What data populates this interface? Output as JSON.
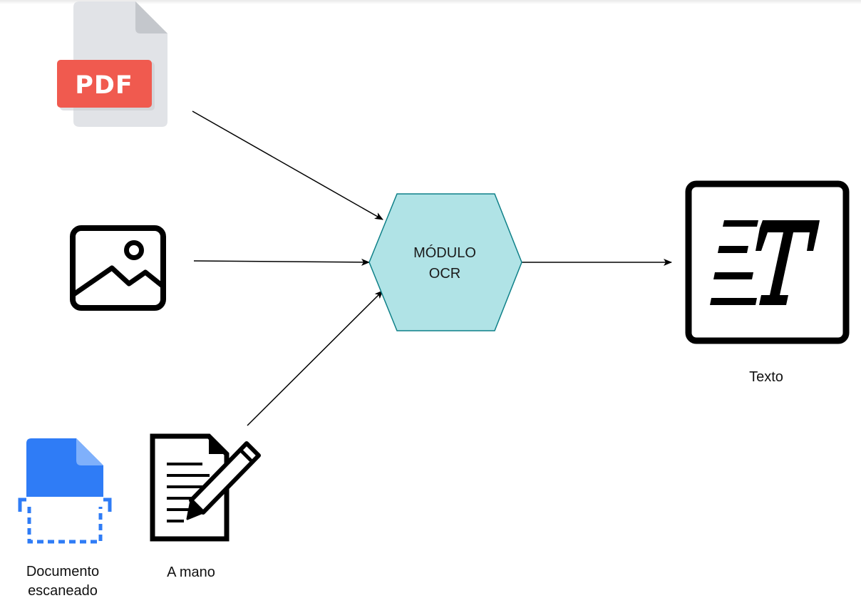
{
  "diagram": {
    "hub": {
      "line1": "MÓDULO",
      "line2": "OCR"
    },
    "inputs": {
      "pdf": {
        "badge": "PDF",
        "icon": "pdf-file-icon"
      },
      "image": {
        "icon": "image-icon"
      },
      "scanned": {
        "line1": "Documento",
        "line2": "escaneado",
        "icon": "scanned-document-icon"
      },
      "handwritten": {
        "label": "A mano",
        "icon": "handwriting-icon"
      }
    },
    "output": {
      "label": "Texto",
      "icon": "text-format-icon"
    }
  },
  "colors": {
    "hex_fill": "#b0e3e6",
    "hex_stroke": "#0e8088",
    "pdf_badge": "#f05a4f",
    "pdf_page": "#e1e3e7",
    "pdf_fold": "#c4c7cc",
    "scan_blue": "#2f7cf6",
    "edge": "#000000"
  }
}
